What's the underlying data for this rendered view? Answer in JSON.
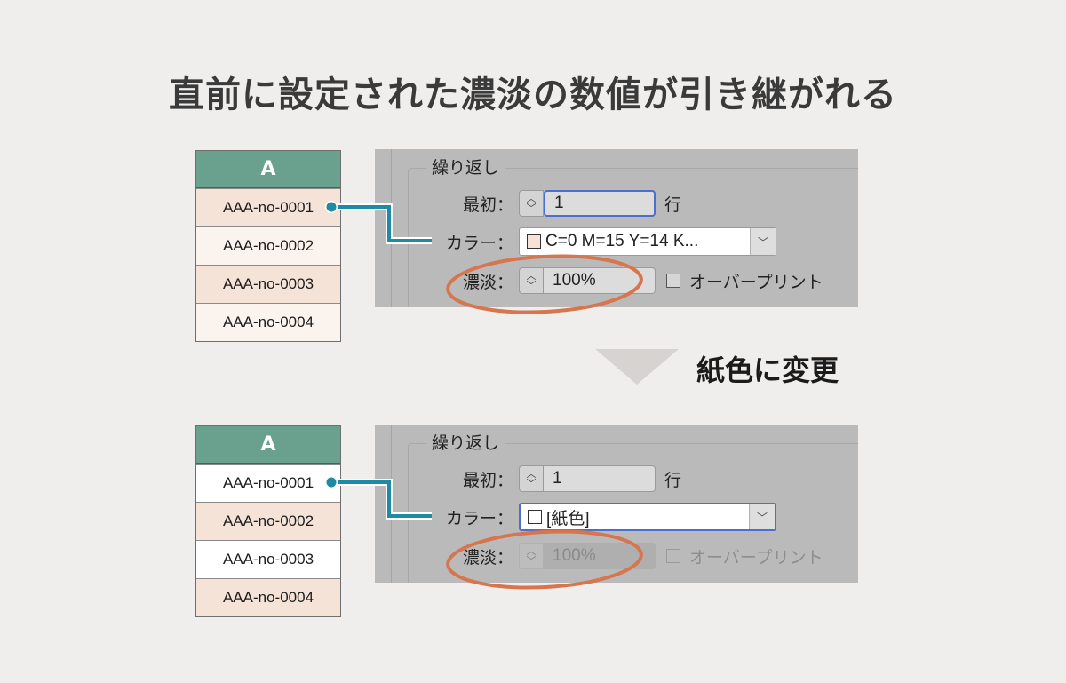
{
  "title": "直前に設定された濃淡の数値が引き継がれる",
  "transition": {
    "label": "紙色に変更",
    "icon": "down-triangle-icon"
  },
  "colors": {
    "header_green": "#6aa08e",
    "tint_peach": "#f5e3d8",
    "tint_light": "#fbf3ee",
    "paper_white": "#ffffff",
    "connector_teal": "#1e8aa3",
    "highlight_oval": "#d6764f",
    "focus_blue": "#4a6fd0",
    "panel_gray": "#bababa"
  },
  "before": {
    "sheet": {
      "column": "A",
      "rows": [
        {
          "value": "AAA-no-0001",
          "fill": "tint_peach"
        },
        {
          "value": "AAA-no-0002",
          "fill": "tint_light"
        },
        {
          "value": "AAA-no-0003",
          "fill": "tint_peach"
        },
        {
          "value": "AAA-no-0004",
          "fill": "tint_light"
        }
      ]
    },
    "panel": {
      "group_label": "繰り返し",
      "first_label": "最初：",
      "first_value": "1",
      "first_unit": "行",
      "color_label": "カラー：",
      "color_value": "C=0 M=15 Y=14 K...",
      "color_swatch": "#f5e3d8",
      "tint_label": "濃淡：",
      "tint_value": "100%",
      "tint_enabled": true,
      "overprint_label": "オーバープリント",
      "overprint_checked": false
    }
  },
  "after": {
    "sheet": {
      "column": "A",
      "rows": [
        {
          "value": "AAA-no-0001",
          "fill": "paper_white"
        },
        {
          "value": "AAA-no-0002",
          "fill": "tint_peach"
        },
        {
          "value": "AAA-no-0003",
          "fill": "paper_white"
        },
        {
          "value": "AAA-no-0004",
          "fill": "tint_peach"
        }
      ]
    },
    "panel": {
      "group_label": "繰り返し",
      "first_label": "最初：",
      "first_value": "1",
      "first_unit": "行",
      "color_label": "カラー：",
      "color_value": "[紙色]",
      "color_swatch": "#ffffff",
      "tint_label": "濃淡：",
      "tint_value": "100%",
      "tint_enabled": false,
      "overprint_label": "オーバープリント",
      "overprint_checked": false
    }
  }
}
